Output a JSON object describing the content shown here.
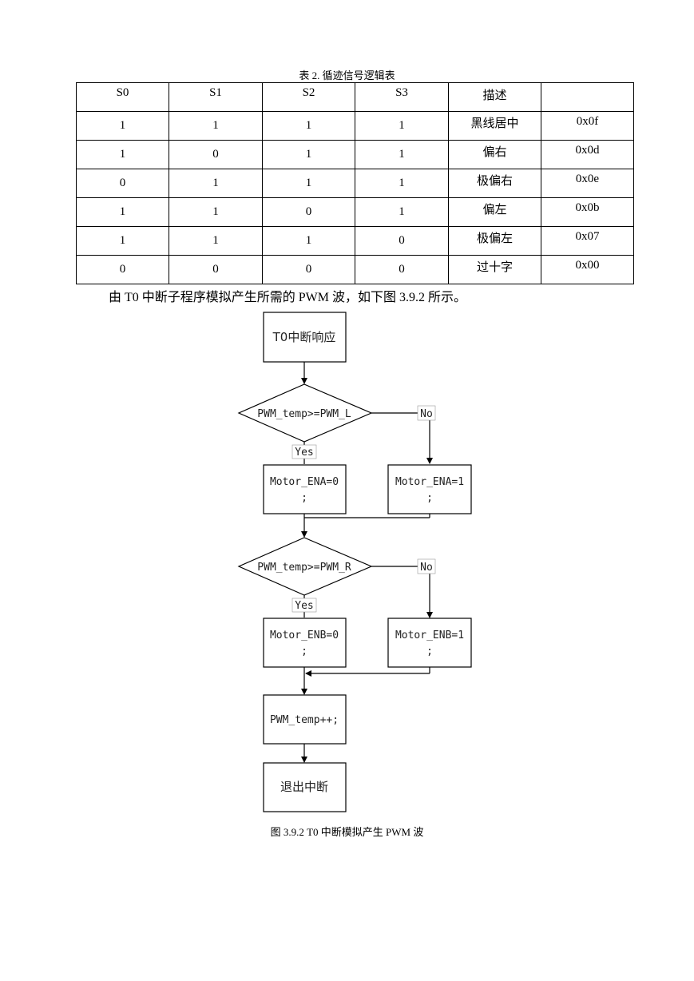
{
  "table": {
    "caption": "表 2.  循迹信号逻辑表",
    "headers": [
      "S0",
      "S1",
      "S2",
      "S3",
      "描述",
      ""
    ],
    "rows": [
      [
        "1",
        "1",
        "1",
        "1",
        "黑线居中",
        "0x0f"
      ],
      [
        "1",
        "0",
        "1",
        "1",
        "偏右",
        "0x0d"
      ],
      [
        "0",
        "1",
        "1",
        "1",
        "极偏右",
        "0x0e"
      ],
      [
        "1",
        "1",
        "0",
        "1",
        "偏左",
        "0x0b"
      ],
      [
        "1",
        "1",
        "1",
        "0",
        "极偏左",
        "0x07"
      ],
      [
        "0",
        "0",
        "0",
        "0",
        "过十字",
        "0x00"
      ]
    ]
  },
  "paragraph": "由 T0 中断子程序模拟产生所需的 PWM 波，如下图 3.9.2 所示。",
  "flowchart": {
    "start": "T0中断响应",
    "decision_left": "PWM_temp>=PWM_L",
    "decision_right": "PWM_temp>=PWM_R",
    "yes": "Yes",
    "no": "No",
    "ena_yes": "Motor_ENA=0",
    "ena_no": "Motor_ENA=1",
    "enb_yes": "Motor_ENB=0",
    "enb_no": "Motor_ENB=1",
    "semicolon": ";",
    "increment": "PWM_temp++;",
    "exit": "退出中断"
  },
  "figure_caption": "图 3.9.2 T0 中断模拟产生 PWM 波"
}
